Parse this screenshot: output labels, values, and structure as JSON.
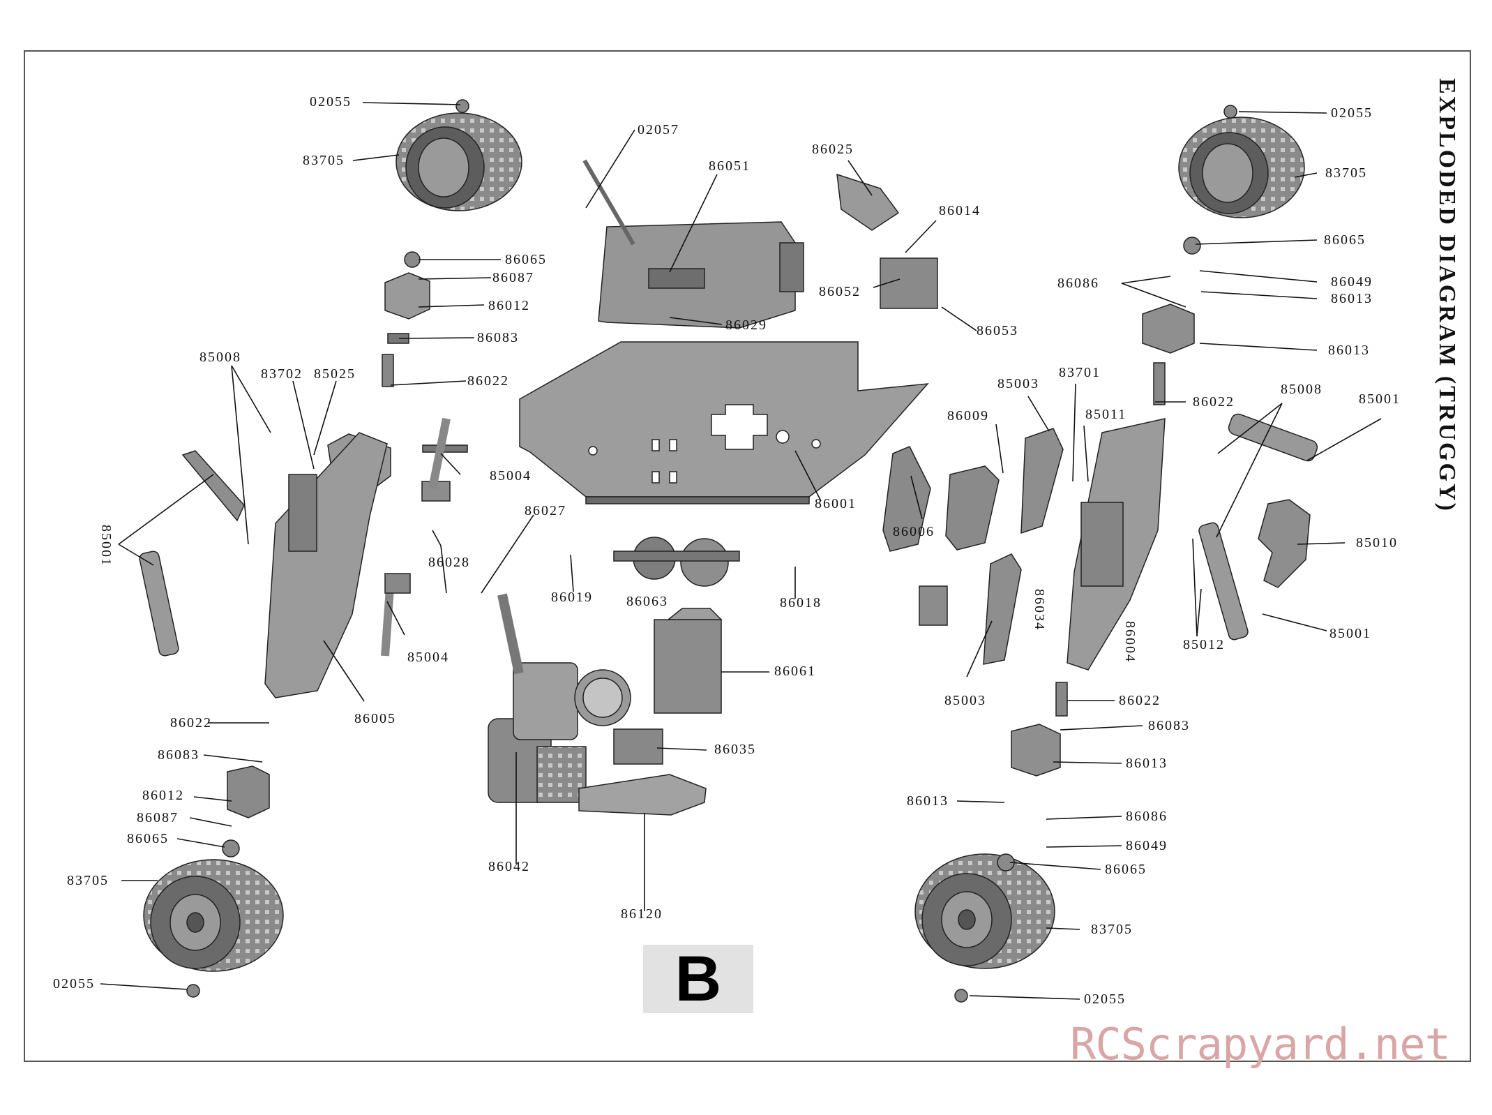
{
  "title": "EXPLODED DIAGRAM (TRUGGY)",
  "section_letter": "B",
  "watermark": "RCScrapyard.net",
  "colors": {
    "part_fill": "#8f8f8f",
    "part_dark": "#5a5a5a",
    "tire": "#7a7a7a",
    "leader": "#111111",
    "section_bg": "#e2e2e2",
    "watermark": "#d9a6a6"
  },
  "labels": [
    "02055",
    "83705",
    "86065",
    "86087",
    "86012",
    "86083",
    "86022",
    "85008",
    "83702",
    "85025",
    "85004",
    "85001",
    "86028",
    "85004",
    "86027",
    "86005",
    "86022",
    "86083",
    "86012",
    "86087",
    "86065",
    "83705",
    "02055",
    "02057",
    "86051",
    "86029",
    "86001",
    "86019",
    "86063",
    "86018",
    "86061",
    "86035",
    "86042",
    "86120",
    "86025",
    "86014",
    "86052",
    "86053",
    "86006",
    "86009",
    "85003",
    "83701",
    "85011",
    "86034",
    "86004",
    "85003",
    "02055",
    "83705",
    "86065",
    "86086",
    "86049",
    "86013",
    "86013",
    "86022",
    "85008",
    "85001",
    "85010",
    "85012",
    "85001",
    "86022",
    "86083",
    "86013",
    "86013",
    "86086",
    "86049",
    "86065",
    "83705",
    "02055"
  ]
}
